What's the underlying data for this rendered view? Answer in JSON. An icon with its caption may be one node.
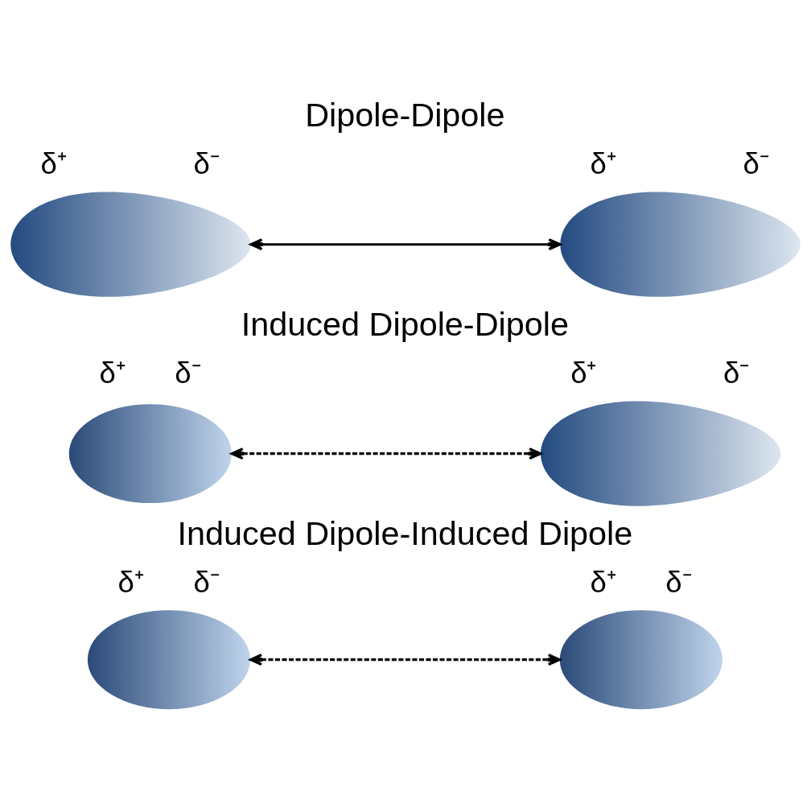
{
  "diagram": {
    "nodes": [
      {
        "text": [],
        "shape": "egg",
        "beside": [
          "δ⁺",
          "δ⁻"
        ]
      },
      {
        "text": [],
        "shape": "egg",
        "beside": [
          "δ⁺",
          "δ⁻"
        ]
      },
      {
        "text": [],
        "shape": "ellipse",
        "beside": [
          "δ⁺",
          "δ⁻"
        ]
      },
      {
        "text": [],
        "shape": "egg",
        "beside": [
          "δ⁺",
          "δ⁻"
        ]
      },
      {
        "text": [],
        "shape": "ellipse",
        "beside": [
          "δ⁺",
          "δ⁻"
        ]
      },
      {
        "text": [],
        "shape": "ellipse",
        "beside": [
          "δ⁺",
          "δ⁻"
        ]
      }
    ],
    "edges": [
      {
        "from": 0,
        "to": 1,
        "arrow": "both"
      },
      {
        "from": 2,
        "to": 3,
        "arrow": "both",
        "style": "dashed"
      },
      {
        "from": 4,
        "to": 5,
        "arrow": "both",
        "style": "dashed"
      }
    ],
    "labels": [
      "Dipole-Dipole",
      "Induced Dipole-Dipole",
      "Induced Dipole-Induced Dipole"
    ]
  }
}
